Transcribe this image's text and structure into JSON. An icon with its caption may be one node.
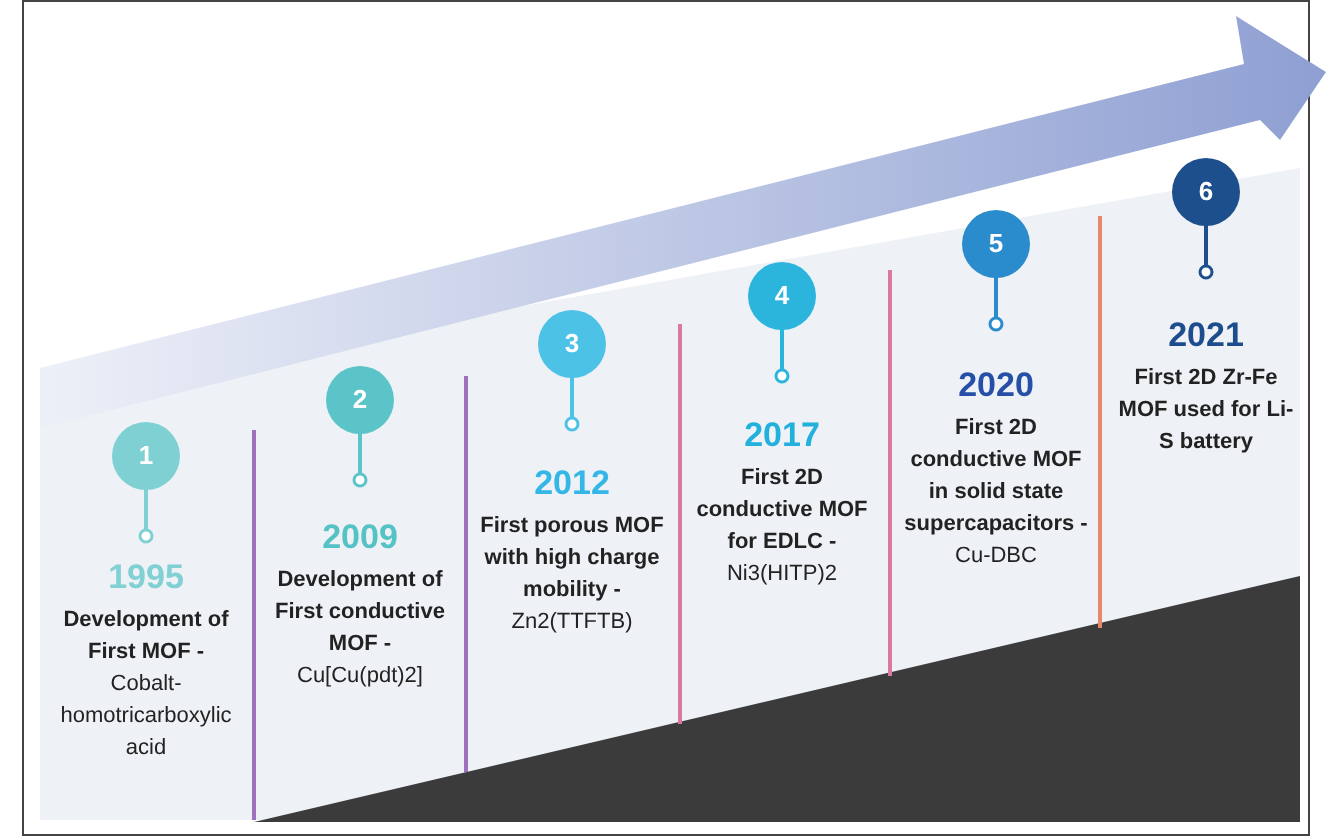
{
  "diagram": {
    "nodes": [
      {
        "text": [
          "1"
        ],
        "beside": [
          "1995",
          "**Development of First MOF -** Cobalt-homotricarboxylic acid"
        ]
      },
      {
        "text": [
          "2"
        ],
        "beside": [
          "2009",
          "**Development of First conductive MOF -** Cu[Cu(pdt)2]"
        ]
      },
      {
        "text": [
          "3"
        ],
        "beside": [
          "2012",
          "**First porous MOF with high charge mobility -** Zn2(TTFTB)"
        ]
      },
      {
        "text": [
          "4"
        ],
        "beside": [
          "2017",
          "**First 2D conductive MOF for EDLC -** Ni3(HITP)2"
        ]
      },
      {
        "text": [
          "5"
        ],
        "beside": [
          "2020",
          "**First 2D conductive MOF in solid state supercapacitors -** Cu-DBC"
        ]
      },
      {
        "text": [
          "6"
        ],
        "beside": [
          "2021",
          "First 2D Zr-Fe MOF used for Li-S battery"
        ]
      }
    ]
  }
}
